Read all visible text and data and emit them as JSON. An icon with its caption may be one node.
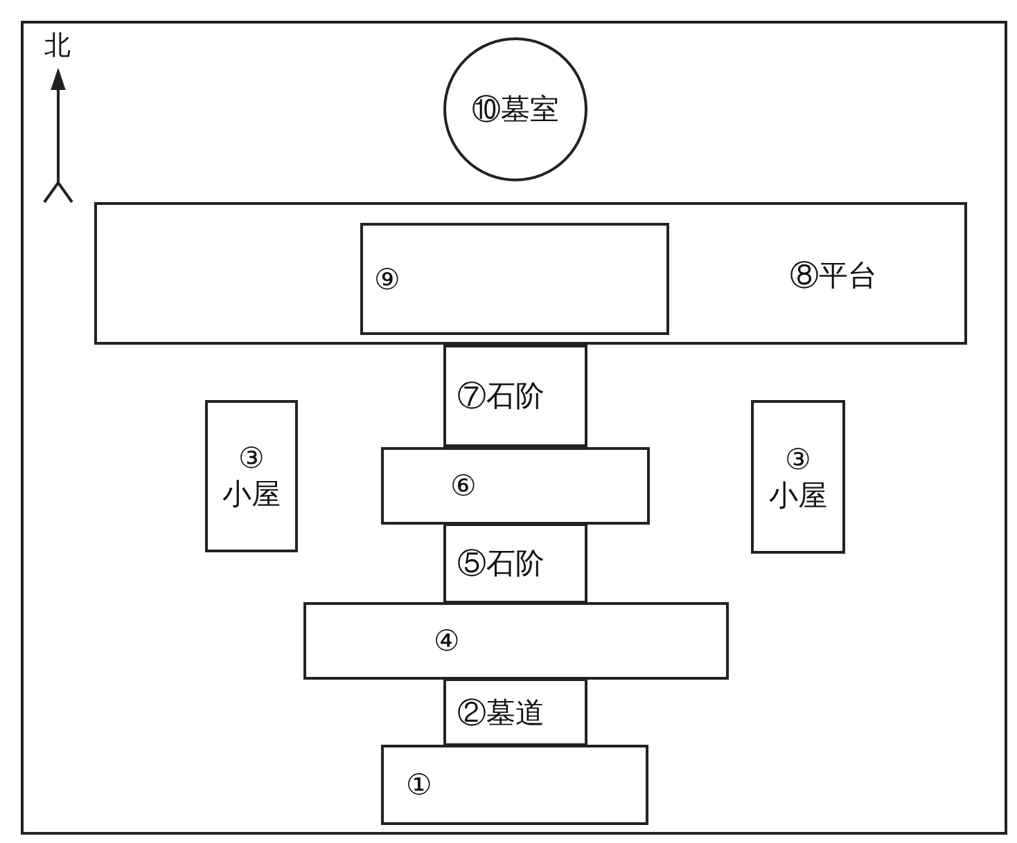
{
  "diagram": {
    "nodes": [
      {
        "text": [
          "⑩墓室"
        ]
      },
      {
        "text": [
          "⑧平台"
        ]
      },
      {
        "text": [
          "⑨"
        ],
        "in": 1
      },
      {
        "text": [
          "⑦石阶"
        ]
      },
      {
        "text": [
          "③小屋"
        ]
      },
      {
        "text": [
          "⑥"
        ]
      },
      {
        "text": [
          "③小屋"
        ]
      },
      {
        "text": [
          "⑤石阶"
        ]
      },
      {
        "text": [
          "④"
        ]
      },
      {
        "text": [
          "②墓道"
        ]
      },
      {
        "text": [
          "①"
        ]
      }
    ],
    "edges": [],
    "labels": [
      "北"
    ]
  }
}
